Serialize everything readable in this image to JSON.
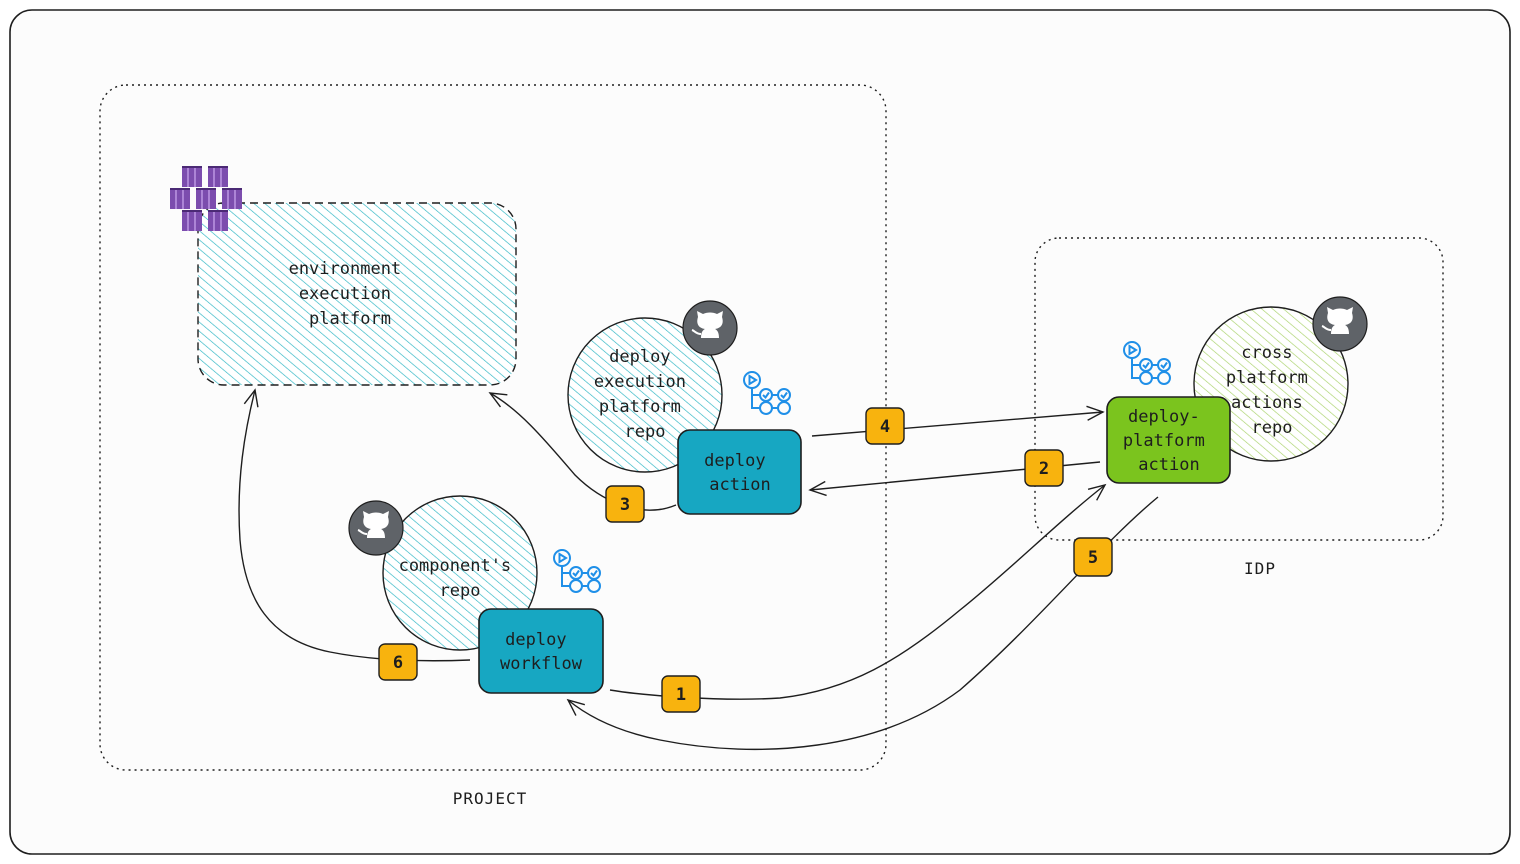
{
  "regions": {
    "project_label": "PROJECT",
    "idp_label": "IDP"
  },
  "nodes": {
    "env_platform": [
      "environment",
      "execution",
      "platform"
    ],
    "deploy_exec_repo": [
      "deploy",
      "execution",
      "platform",
      "repo"
    ],
    "deploy_action": [
      "deploy",
      "action"
    ],
    "components_repo": [
      "component's",
      "repo"
    ],
    "deploy_workflow": [
      "deploy",
      "workflow"
    ],
    "cross_platform_repo": [
      "cross",
      "platform",
      "actions",
      "repo"
    ],
    "deploy_platform_action": [
      "deploy-",
      "platform",
      "action"
    ]
  },
  "steps": [
    "1",
    "2",
    "3",
    "4",
    "5",
    "6"
  ],
  "colors": {
    "teal_hatch": "#2bb5c3",
    "teal_box": "#17a7c2",
    "green_box": "#7bc41e",
    "green_hatch": "#a9d36a",
    "badge": "#f8b30e",
    "github_icon": "#5f6368",
    "actions_icon": "#1f8fe8",
    "k8s_cube": "#7c4dae"
  },
  "icons": {
    "github": "github-icon",
    "actions": "github-actions-icon",
    "containers": "container-registry-icon"
  }
}
